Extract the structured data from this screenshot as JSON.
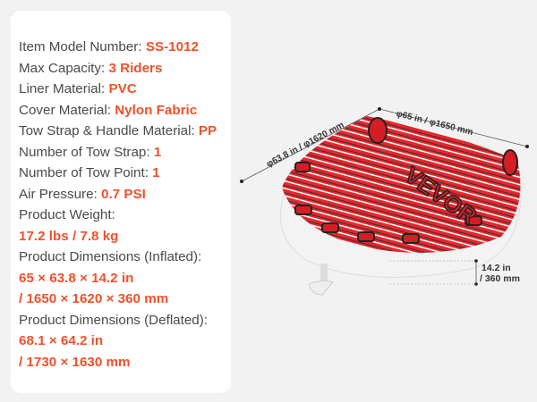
{
  "specs": [
    {
      "label": "Item Model Number: ",
      "value": "SS-1012"
    },
    {
      "label": "Max Capacity: ",
      "value": "3 Riders"
    },
    {
      "label": "Liner Material: ",
      "value": "PVC"
    },
    {
      "label": "Cover Material: ",
      "value": "Nylon Fabric"
    },
    {
      "label": "Tow Strap & Handle Material: ",
      "value": "PP"
    },
    {
      "label": "Number of Tow Strap: ",
      "value": "1"
    },
    {
      "label": "Number of Tow Point: ",
      "value": "1"
    },
    {
      "label": "Air Pressure: ",
      "value": "0.7 PSI"
    },
    {
      "label": "Product Weight:",
      "value": "17.2 lbs / 7.8 kg"
    },
    {
      "label": "Product Dimensions (Inflated):",
      "value": "65 × 63.8 × 14.2 in",
      "value2": "/ 1650 × 1620 × 360 mm"
    },
    {
      "label": "Product Dimensions (Deflated):",
      "value": "68.1 × 64.2 in",
      "value2": "/ 1730 × 1630 mm"
    }
  ],
  "dimensions": {
    "width": "φ65 in / φ1650 mm",
    "depth": "φ63.8 in / φ1620 mm",
    "height_in": "14.2 in",
    "height_mm": "/ 360 mm"
  },
  "brand": "VEVOR",
  "colors": {
    "accent": "#f0512a",
    "product_red": "#e8262c"
  }
}
